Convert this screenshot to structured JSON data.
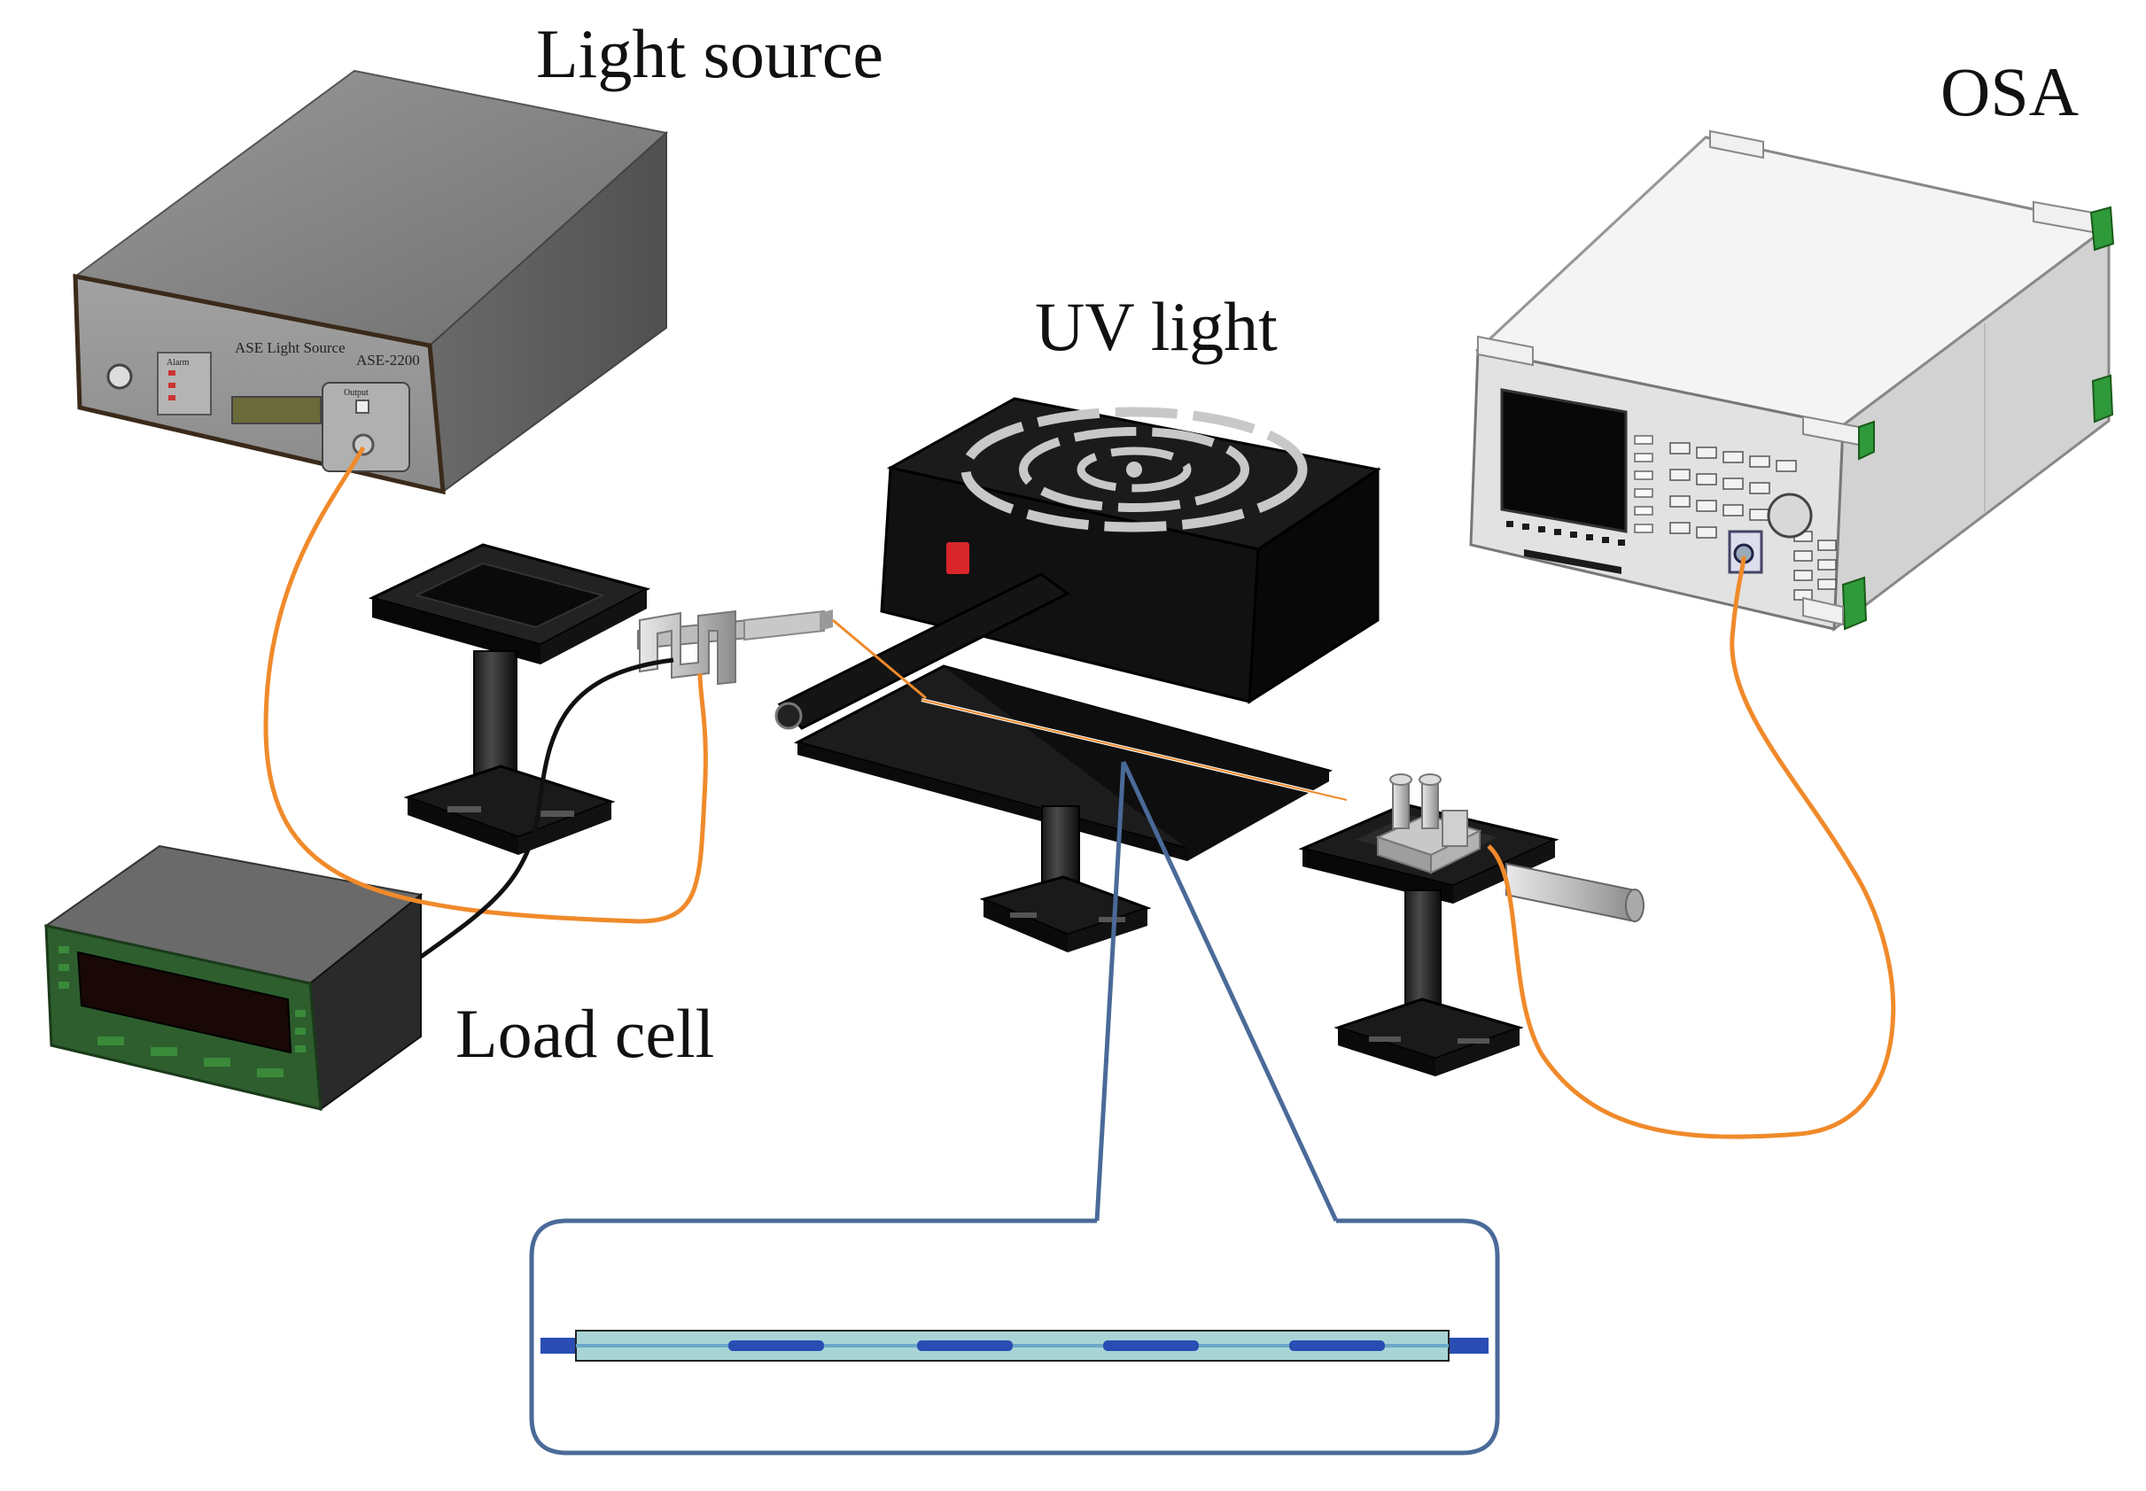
{
  "labels": {
    "light_source": "Light source",
    "osa": "OSA",
    "uv_light": "UV light",
    "load_cell": "Load cell"
  },
  "device_text": {
    "ase_title": "ASE Light Source",
    "ase_model": "ASE-2200",
    "ase_alarm": "Alarm",
    "ase_output": "Output"
  },
  "colors": {
    "fiber": "#f08a2a",
    "zoom_outline": "#4a6a98",
    "osa_corner": "#2f9a3a",
    "load_cell_bezel": "#2e5e2e",
    "uv_switch": "#d8262a",
    "grating_core": "#2a4db4",
    "grating_cladding": "#a8d4d6"
  }
}
